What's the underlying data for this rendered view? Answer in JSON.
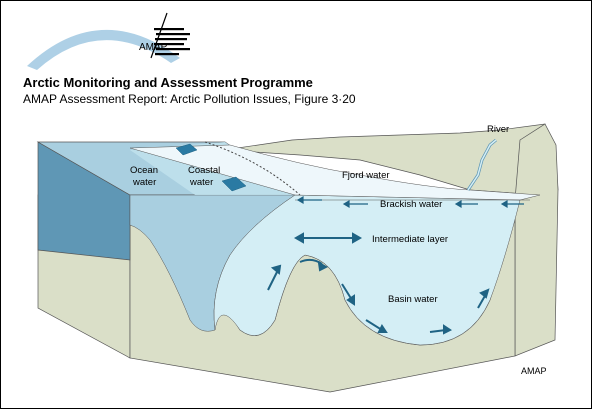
{
  "header": {
    "logo_text": "AMAP",
    "title": "Arctic Monitoring and Assessment Programme",
    "subtitle": "AMAP Assessment Report: Arctic Pollution Issues, Figure 3·20"
  },
  "diagram": {
    "labels": {
      "river": "River",
      "ocean_water_1": "Ocean",
      "ocean_water_2": "water",
      "coastal_water_1": "Coastal",
      "coastal_water_2": "water",
      "fjord_water": "Fjord water",
      "brackish_water": "Brackish water",
      "intermediate_layer": "Intermediate layer",
      "basin_water": "Basin water"
    }
  },
  "footer": {
    "credit": "AMAP"
  },
  "colors": {
    "ocean_dark": "#5f97b5",
    "ocean_light": "#a9cfe0",
    "basin_water": "#d4eef5",
    "fjord_surface": "#eef7fb",
    "land": "#dadfc8",
    "arrow": "#1f6384"
  }
}
